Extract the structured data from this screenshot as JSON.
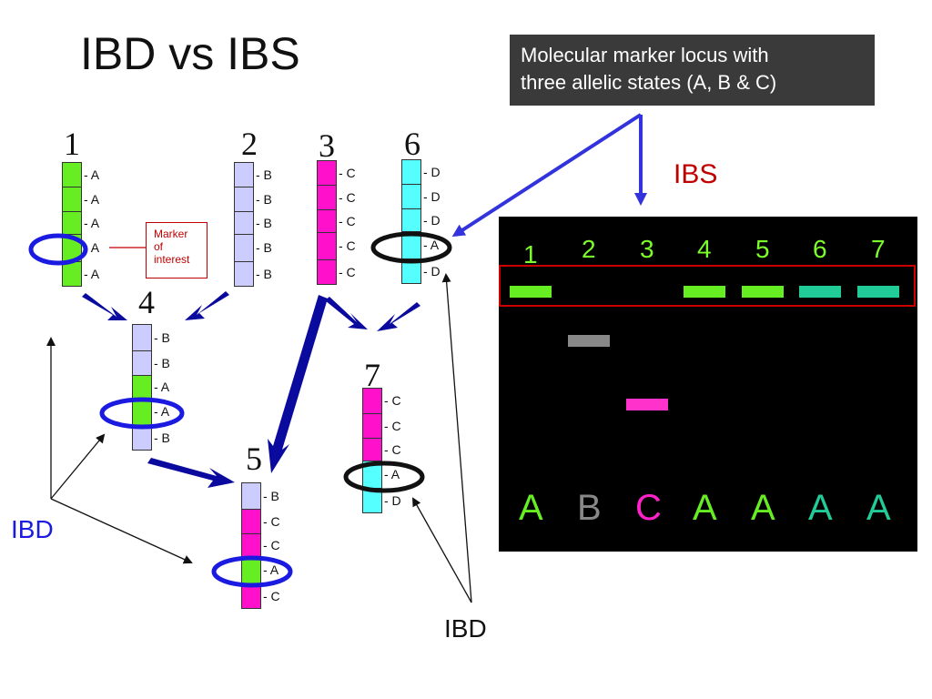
{
  "title": "IBD vs IBS",
  "callout": {
    "line1": "Molecular marker locus with",
    "line2": "three allelic states (A, B & C)"
  },
  "ibs_label": "IBS",
  "ibd_left_label": "IBD",
  "ibd_bottom_label": "IBD",
  "marker_box": {
    "line1": "Marker",
    "line2": "of",
    "line3": "interest"
  },
  "colors": {
    "green": "#66ee22",
    "lavender": "#ccccff",
    "magenta": "#ff11cc",
    "cyan": "#55ffff",
    "ibd_blue": "#1a1ae0",
    "ibs_red": "#c00000"
  },
  "individuals": [
    {
      "id": "1",
      "num": "1",
      "segments": [
        "green",
        "green",
        "green",
        "green",
        "green"
      ],
      "labels": [
        "- A",
        "- A",
        "- A",
        "- A",
        "- A"
      ]
    },
    {
      "id": "2",
      "num": "2",
      "segments": [
        "lavender",
        "lavender",
        "lavender",
        "lavender",
        "lavender"
      ],
      "labels": [
        "- B",
        "- B",
        "- B",
        "- B",
        "- B"
      ]
    },
    {
      "id": "3",
      "num": "3",
      "segments": [
        "magenta",
        "magenta",
        "magenta",
        "magenta",
        "magenta"
      ],
      "labels": [
        "- C",
        "- C",
        "- C",
        "- C",
        "- C"
      ]
    },
    {
      "id": "6",
      "num": "6",
      "segments": [
        "cyan",
        "cyan",
        "cyan",
        "cyan",
        "cyan"
      ],
      "labels": [
        "- D",
        "- D",
        "- D",
        "- A",
        "- D"
      ]
    },
    {
      "id": "4",
      "num": "4",
      "segments": [
        "lavender",
        "lavender",
        "green",
        "green",
        "lavender"
      ],
      "labels": [
        "- B",
        "- B",
        "- A",
        "- A",
        "- B"
      ]
    },
    {
      "id": "7",
      "num": "7",
      "segments": [
        "magenta",
        "magenta",
        "magenta",
        "cyan",
        "cyan"
      ],
      "labels": [
        "- C",
        "- C",
        "- C",
        "- A",
        "- D"
      ]
    },
    {
      "id": "5",
      "num": "5",
      "segments": [
        "lavender",
        "magenta",
        "magenta",
        "green",
        "magenta"
      ],
      "labels": [
        "- B",
        "- C",
        "- C",
        "- A",
        "- C"
      ]
    }
  ],
  "gel": {
    "lanes": [
      "1",
      "2",
      "3",
      "4",
      "5",
      "6",
      "7"
    ],
    "bands": [
      "bright-green",
      "gray",
      "magenta",
      "bright-green",
      "bright-green",
      "teal",
      "teal"
    ],
    "alleles": [
      "A",
      "B",
      "C",
      "A",
      "A",
      "A",
      "A"
    ],
    "allele_colors": [
      "#66ee22",
      "#888888",
      "#ff22cc",
      "#66ee22",
      "#66ee22",
      "#22cc99",
      "#22cc99"
    ],
    "band_colors": {
      "bright-green": "#66ee22",
      "gray": "#888888",
      "magenta": "#ff33cc",
      "teal": "#22cc99"
    }
  }
}
